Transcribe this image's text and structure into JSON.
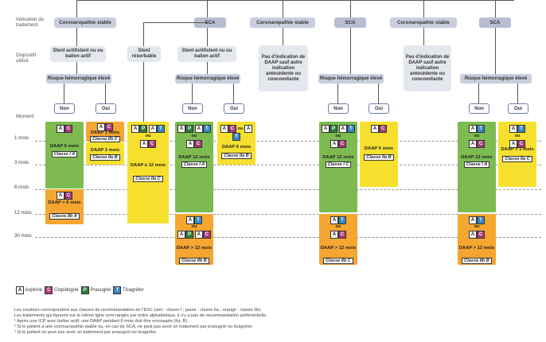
{
  "labels": {
    "indication": "Indication du traitement",
    "dispositif": "Dispositif utilisé",
    "moment": "Moment"
  },
  "headers": {
    "cs": "Coronaropathie stable",
    "sca": "SCA"
  },
  "devices": {
    "stent_actif": "Stent actif/stent nu ou ballon actif",
    "stent_resorbable": "Stent résorbable",
    "pas_indication": "Pas d'indication de DAAP sauf autre indication antécédente ou concomitante"
  },
  "risk": "Risque hémorragique élevé",
  "no": "Non",
  "yes": "Oui",
  "ou": "ou",
  "times": [
    "1 mois",
    "3 mois",
    "6 mois",
    "12 mois",
    "30 mois"
  ],
  "texts": {
    "daap6": "DAAP 6 mois",
    "daap1": "DAAP 1 mois",
    "daap3": "DAAP 3 mois",
    "daap12": "DAAP 12 mois",
    "daap_ge12": "DAAP ≥ 12 mois",
    "daap_gt6": "DAAP > 6 mois",
    "daap_gt12": "DAAP > 12 mois",
    "daap_gt1": "DAAP > 1 mois",
    "classeIA": "Classe I A",
    "classeIIbC": "Classe IIb C",
    "classeIIaB": "Classe IIa B",
    "classeIIaC": "Classe IIa C",
    "classeIIbA": "Classe IIb A",
    "classeIIbB": "Classe IIb B",
    "classeIC": "Classe I C"
  },
  "legend": {
    "A": "Aspirine",
    "C": "Clopidogrel",
    "P": "Prasugrel",
    "T": "Ticagrélor"
  },
  "footnotes": [
    "Les couleurs correspondent aux classes de recommandation de l'ESC (vert : classe I ; jaune : classe IIa ; orange : classe IIb).",
    "Les traitements qui figurent sur la même ligne sont rangés par ordre alphabétique, il n'y a pas de recommandation préférentielle.",
    "¹ Après une ICP avec ballon actif, une DAAP pendant 6 mois doit être envisagée (IIa, B).",
    "² Si le patient a une coronaropathie stable ou, en cas de SCA, ne peut pas avoir un traitement par prasugrel ou ticagrélor.",
    "³ Si le patient ne peut pas avoir un traitement par prasugrel ou ticagrélor."
  ],
  "colors": {
    "green": "#7dbb51",
    "yellow": "#f6e02d",
    "orange": "#f4a630",
    "header": "#c8cedd"
  }
}
